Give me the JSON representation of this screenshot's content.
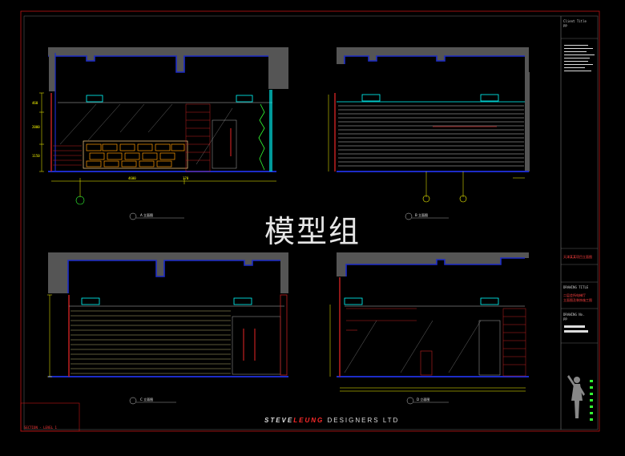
{
  "watermark": "模型组",
  "footer": {
    "brand_a": "STEVE",
    "brand_b": "LEUNG",
    "brand_c": "DESIGNERS LTD"
  },
  "corner_tag": "SECTION - LEVEL 1",
  "title_block": {
    "client": "Client Title",
    "code": "PP",
    "drawing_label": "DRAWING TITLE",
    "project_line": "天津某某项目立面图",
    "title_line_1": "二层会所电梯厅",
    "title_line_2": "立面图及装饰施工图",
    "drawing_no_label": "DRAWING No.",
    "drawing_no": "PP"
  },
  "views": [
    {
      "label": "A 立面图"
    },
    {
      "label": "B 立面图"
    },
    {
      "label": "C 立面图"
    },
    {
      "label": "D 立面图"
    }
  ],
  "colors": {
    "outer_border": "#d01818",
    "slab": "#555555",
    "wall": "#1d2cc8",
    "dim": "#ffff00",
    "finish": "#d02020",
    "tile": "#e6e6e6",
    "accent": "#00ffff",
    "brick": "#ff9a00",
    "green": "#33ff33"
  }
}
